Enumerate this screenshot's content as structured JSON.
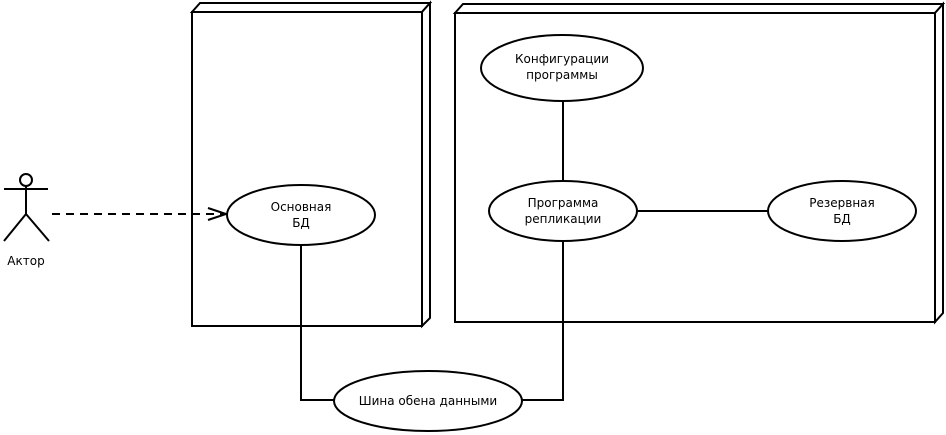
{
  "actor": {
    "label": "Актор"
  },
  "nodes": {
    "main_db": {
      "line1": "Основная",
      "line2": "БД"
    },
    "config": {
      "line1": "Конфигурации",
      "line2": "программы"
    },
    "replication": {
      "line1": "Программа",
      "line2": "репликации"
    },
    "backup_db": {
      "line1": "Резервная",
      "line2": "БД"
    },
    "bus": {
      "label": "Шина обена данными"
    }
  }
}
